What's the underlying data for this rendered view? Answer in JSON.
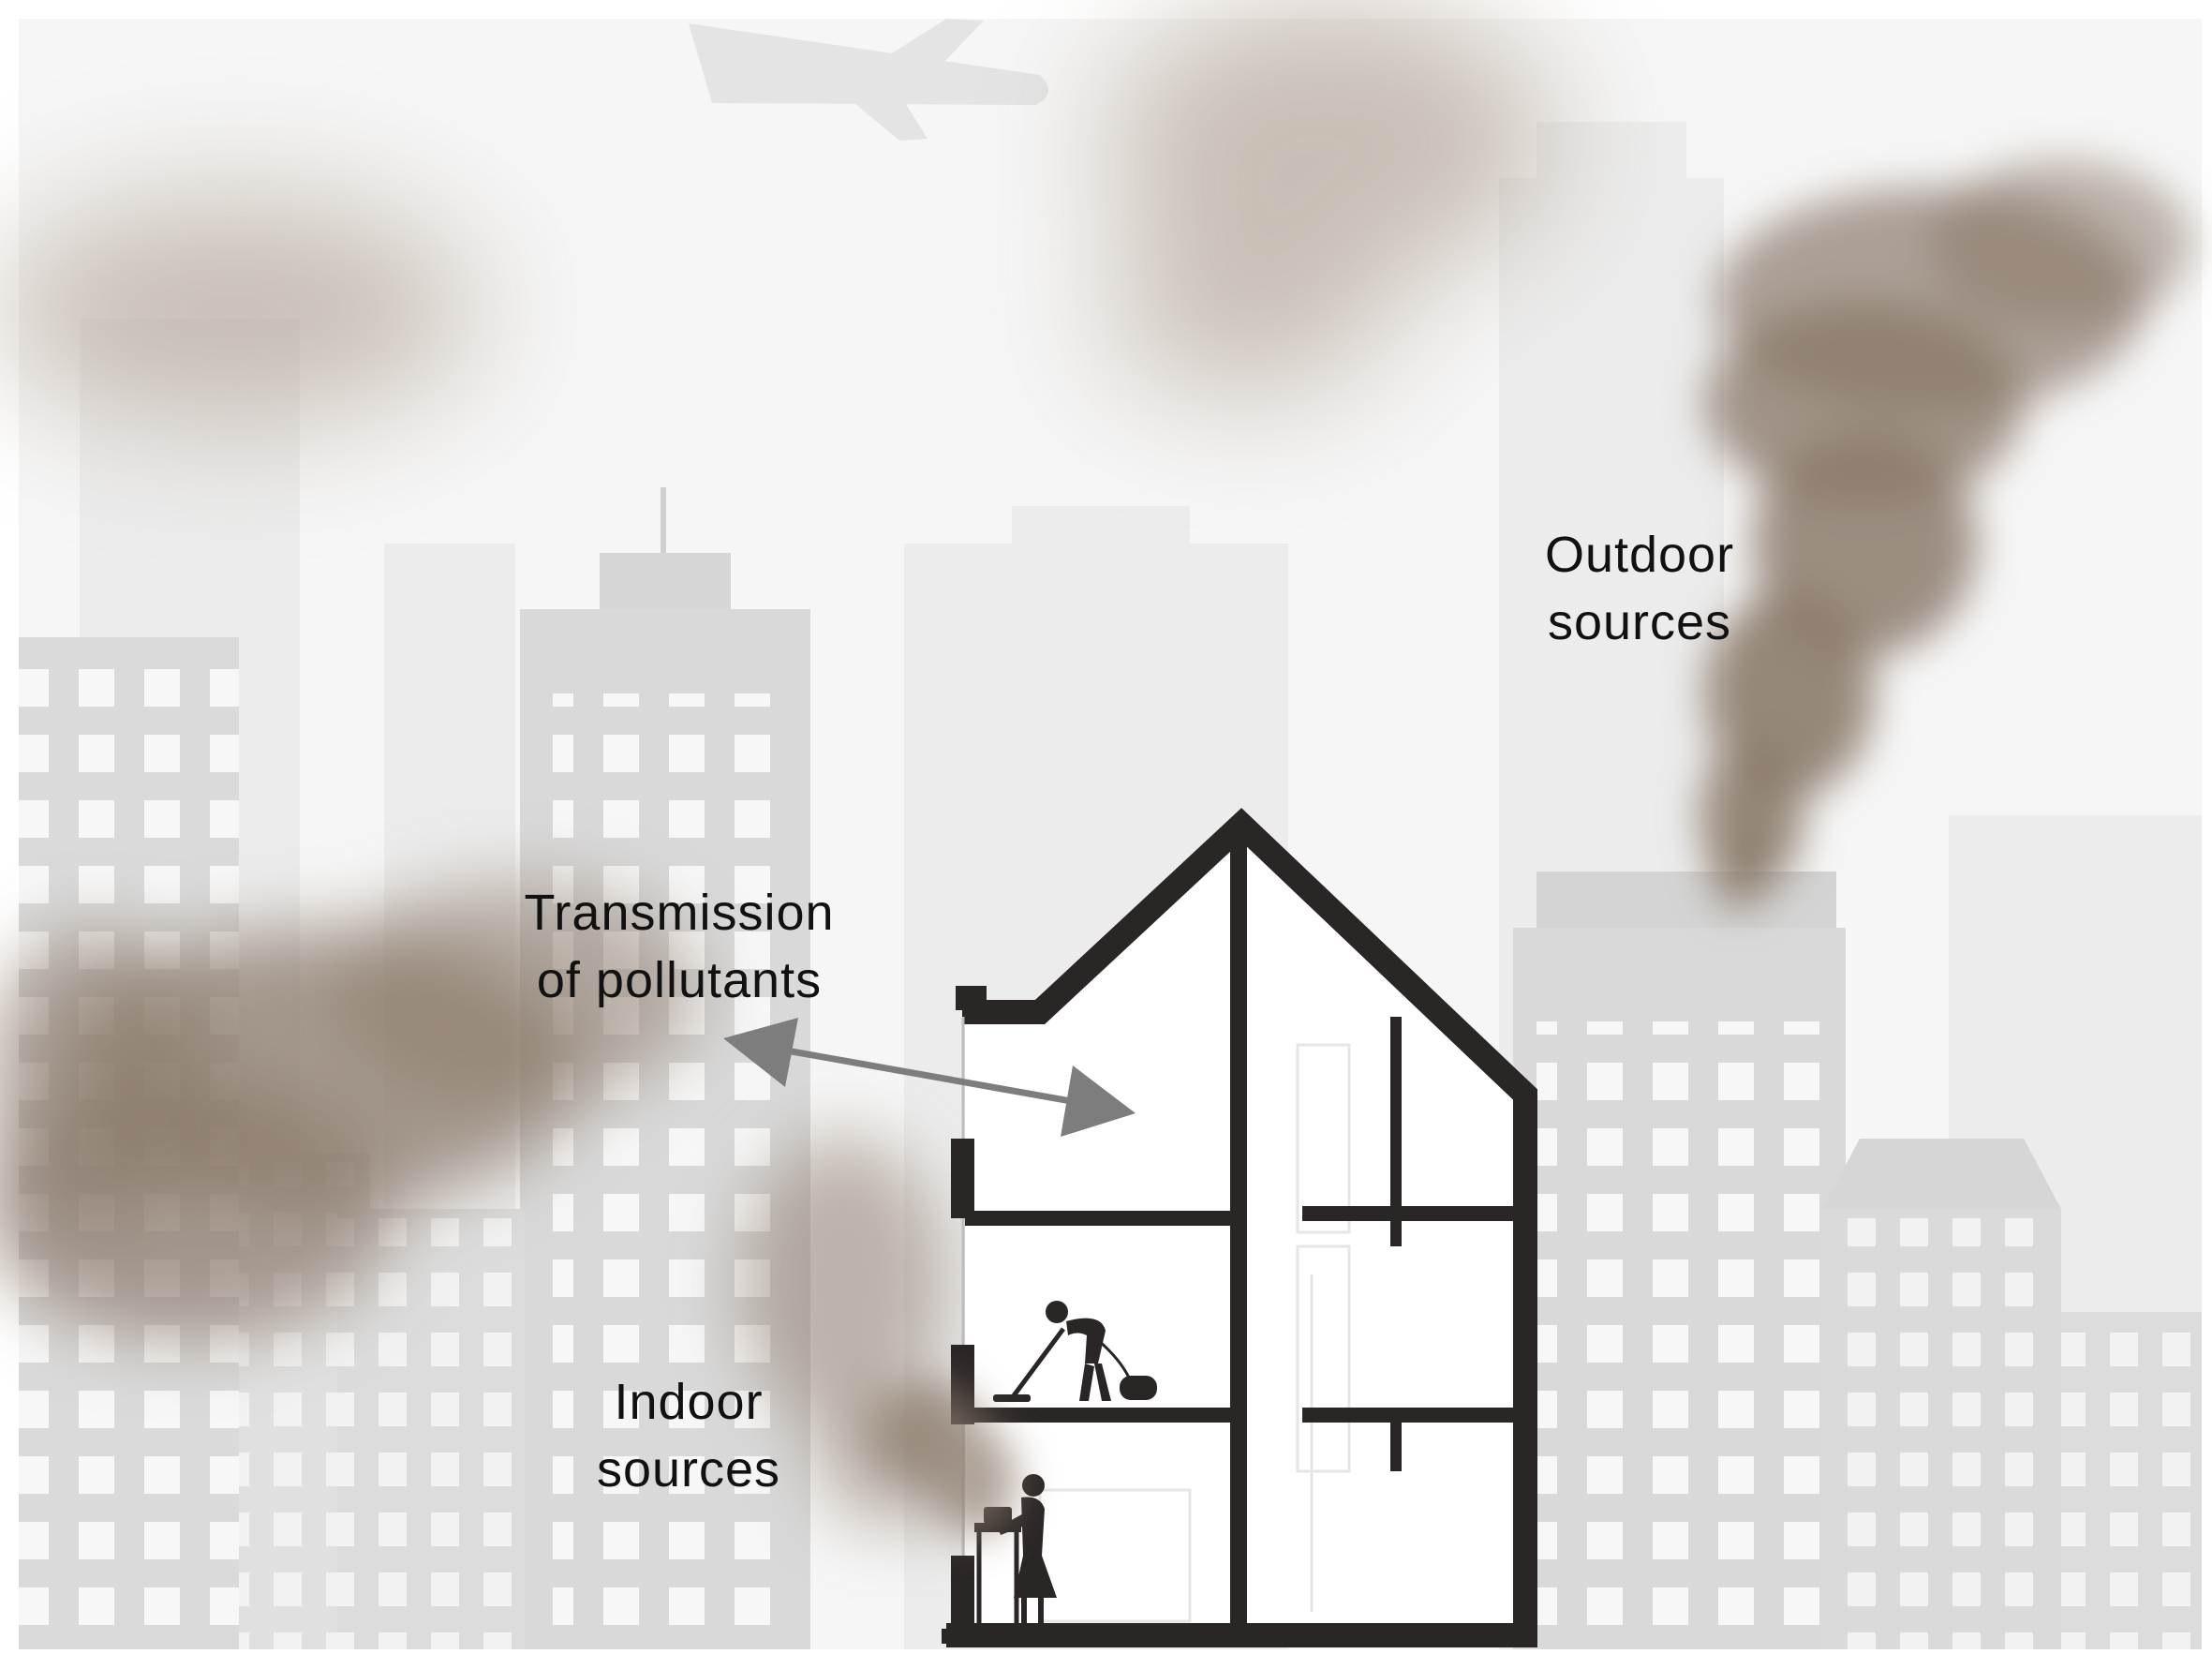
{
  "labels": {
    "outdoor": [
      "Outdoor",
      "sources"
    ],
    "transmission": [
      "Transmission",
      "of pollutants"
    ],
    "indoor": [
      "Indoor",
      "sources"
    ]
  },
  "colors": {
    "background": "#ffffff",
    "building_far": "#e9e9e9",
    "building_mid": "#d9d9d9",
    "building_window": "#f7f7f7",
    "house_outline": "#2a2626",
    "smoke": "#8c7b6c",
    "arrow": "#7d7d7d",
    "text": "#111111"
  },
  "icons": [
    "airplane-icon",
    "person-vacuuming-icon",
    "person-cooking-icon",
    "double-arrow-icon"
  ]
}
